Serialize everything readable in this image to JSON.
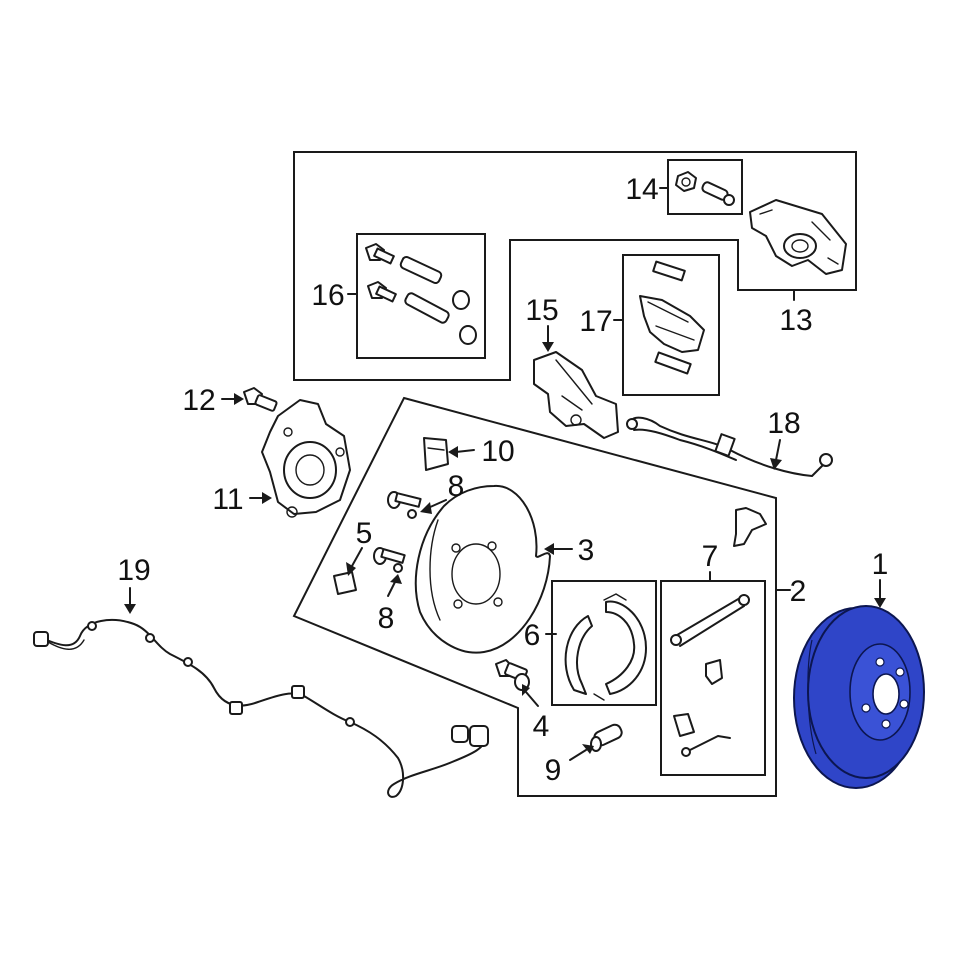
{
  "colors": {
    "line": "#1a1a1a",
    "highlight_fill": "#2f45c8",
    "highlight_stroke": "#0c1650",
    "background": "#ffffff"
  },
  "callouts": {
    "c1": "1",
    "c2": "2",
    "c3": "3",
    "c4": "4",
    "c5": "5",
    "c6": "6",
    "c7": "7",
    "c8a": "8",
    "c8b": "8",
    "c9": "9",
    "c10": "10",
    "c11": "11",
    "c12": "12",
    "c13": "13",
    "c14": "14",
    "c15": "15",
    "c16": "16",
    "c17": "17",
    "c18": "18",
    "c19": "19"
  },
  "highlighted_part": "1"
}
